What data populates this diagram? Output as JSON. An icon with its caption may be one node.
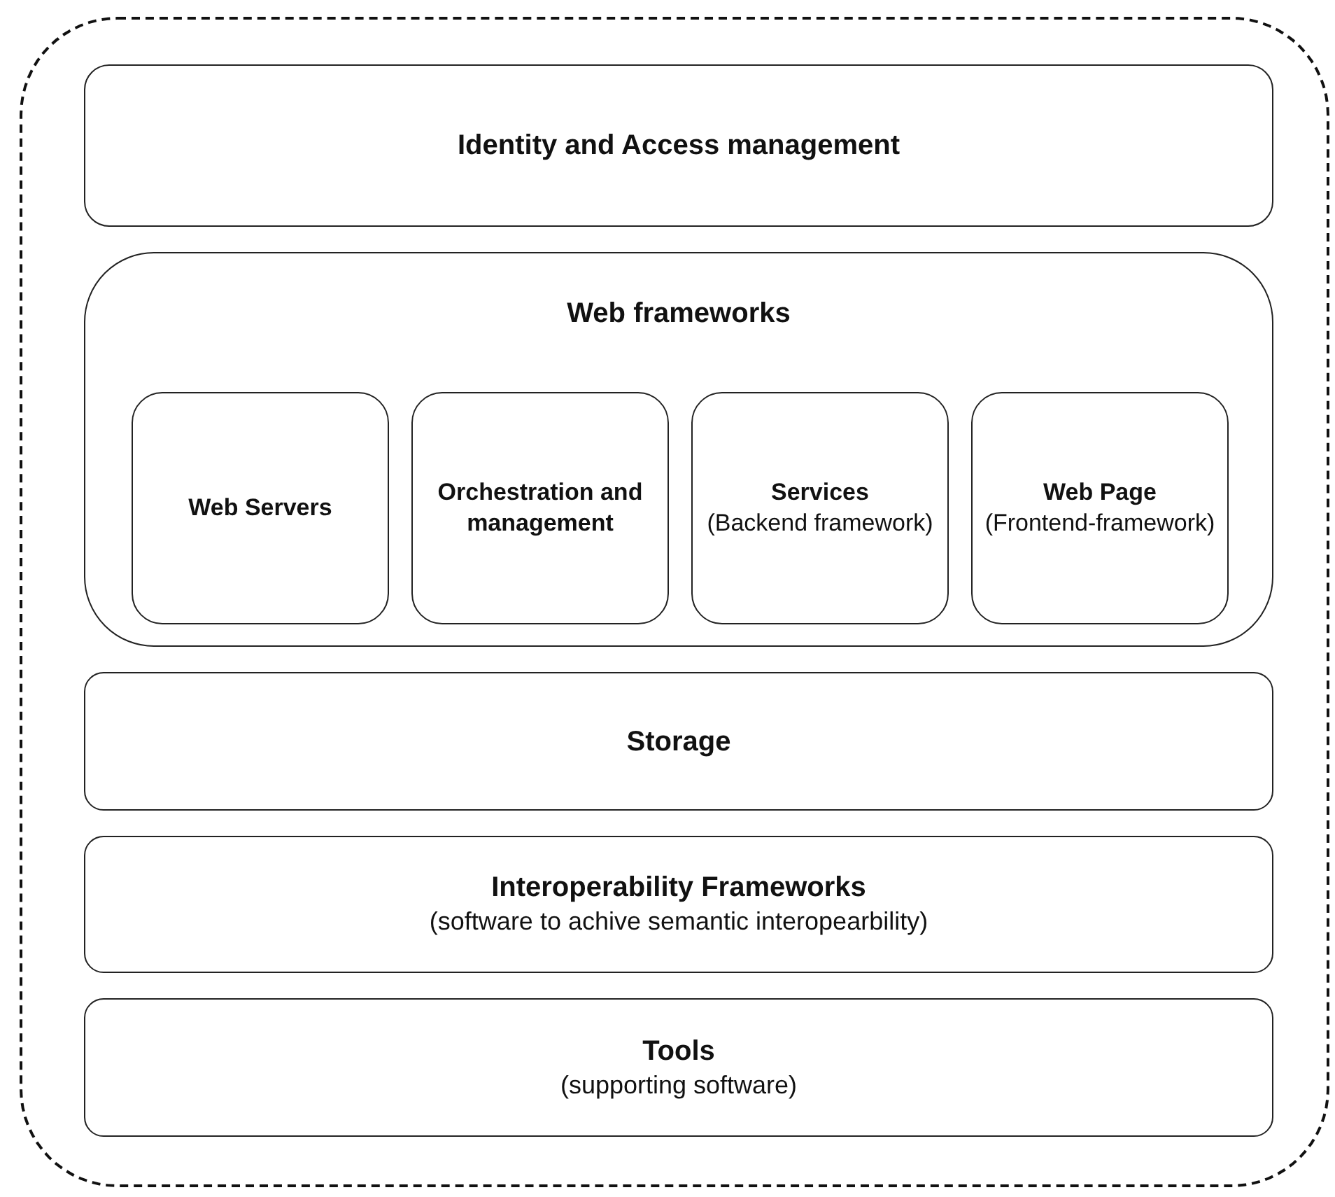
{
  "diagram": {
    "nodes": [
      {
        "text": [],
        "shape": "box"
      },
      {
        "text": [
          "Identity and Access management"
        ],
        "in": 0
      },
      {
        "text": [
          "Web frameworks"
        ],
        "in": 0
      },
      {
        "text": [
          "Web Servers"
        ],
        "in": 2
      },
      {
        "text": [
          "Orchestration and management"
        ],
        "in": 2
      },
      {
        "text": [
          "Services",
          "(Backend framework)"
        ],
        "in": 2
      },
      {
        "text": [
          "Web Page",
          "(Frontend-framework)"
        ],
        "in": 2
      },
      {
        "text": [
          "Storage"
        ],
        "in": 0
      },
      {
        "text": [
          "Interoperability Frameworks",
          "(software to achive semantic interopearbility)"
        ],
        "in": 0
      },
      {
        "text": [
          "Tools",
          "(supporting software)"
        ],
        "in": 0
      }
    ]
  }
}
